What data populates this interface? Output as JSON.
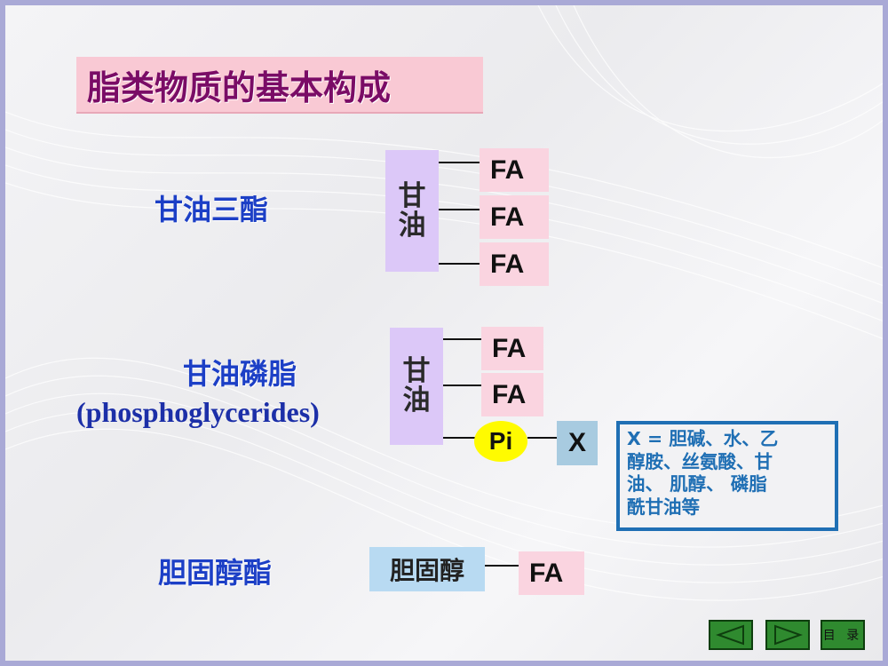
{
  "title": "脂类物质的基本构成",
  "triglyceride": {
    "label": "甘油三酯",
    "glycerol_char1": "甘",
    "glycerol_char2": "油",
    "fa": [
      "FA",
      "FA",
      "FA"
    ]
  },
  "phosphoglyceride": {
    "label": "甘油磷脂",
    "label_en": "(phosphoglycerides)",
    "glycerol_char1": "甘",
    "glycerol_char2": "油",
    "fa": [
      "FA",
      "FA"
    ],
    "pi": "Pi",
    "x": "X",
    "note_lines": [
      "X = 胆碱、水、乙",
      "醇胺、丝氨酸、甘",
      "油、 肌醇、 磷脂",
      "酰甘油等"
    ]
  },
  "cholesteryl_ester": {
    "label": "胆固醇酯",
    "cholesterol": "胆固醇",
    "fa": "FA"
  },
  "nav": {
    "toc_label": "目 录",
    "prev_icon": "triangle-left-icon",
    "next_icon": "triangle-right-icon"
  },
  "colors": {
    "title_bg": "#f9c9d4",
    "title_text": "#7a0c66",
    "label_blue": "#1c3fc6",
    "glycerol_bg": "#dcc8f8",
    "fa_bg": "#fad4e0",
    "pi_bg": "#fffb00",
    "x_bg": "#a8cbe0",
    "note_border": "#1f6fb4",
    "cholesterol_bg": "#b8daf2",
    "nav_green": "#2f8a2f"
  }
}
